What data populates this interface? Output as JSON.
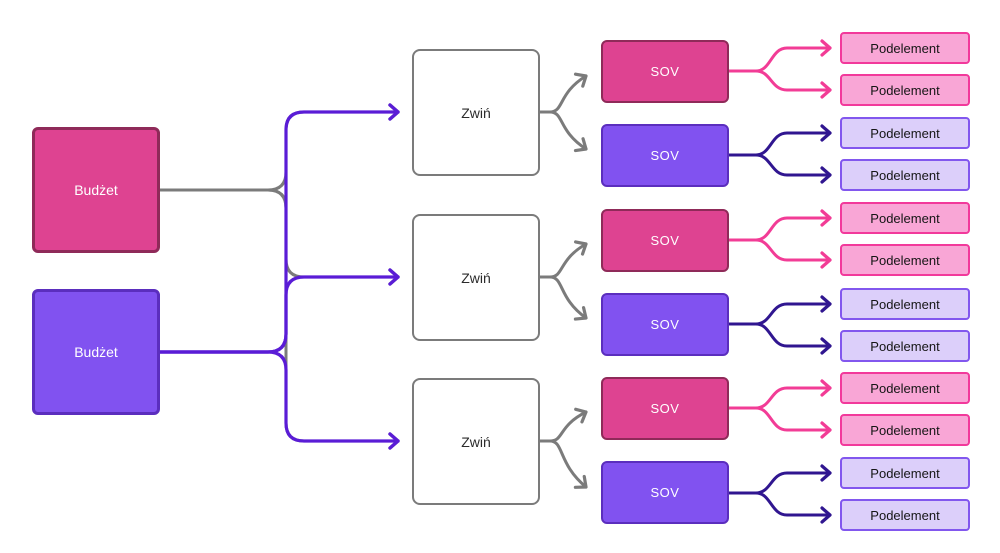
{
  "diagram": {
    "budget_nodes": [
      {
        "label": "Budżet",
        "variant": "pink"
      },
      {
        "label": "Budżet",
        "variant": "purple"
      }
    ],
    "collapse_nodes": [
      {
        "label": "Zwiń"
      },
      {
        "label": "Zwiń"
      },
      {
        "label": "Zwiń"
      }
    ],
    "sov_nodes": [
      {
        "label": "SOV",
        "variant": "pink"
      },
      {
        "label": "SOV",
        "variant": "purple"
      },
      {
        "label": "SOV",
        "variant": "pink"
      },
      {
        "label": "SOV",
        "variant": "purple"
      },
      {
        "label": "SOV",
        "variant": "pink"
      },
      {
        "label": "SOV",
        "variant": "purple"
      }
    ],
    "subelement_nodes": [
      {
        "label": "Podelement",
        "variant": "pink-light"
      },
      {
        "label": "Podelement",
        "variant": "pink-light"
      },
      {
        "label": "Podelement",
        "variant": "purple-light"
      },
      {
        "label": "Podelement",
        "variant": "purple-light"
      },
      {
        "label": "Podelement",
        "variant": "pink-light"
      },
      {
        "label": "Podelement",
        "variant": "pink-light"
      },
      {
        "label": "Podelement",
        "variant": "purple-light"
      },
      {
        "label": "Podelement",
        "variant": "purple-light"
      },
      {
        "label": "Podelement",
        "variant": "pink-light"
      },
      {
        "label": "Podelement",
        "variant": "pink-light"
      },
      {
        "label": "Podelement",
        "variant": "purple-light"
      },
      {
        "label": "Podelement",
        "variant": "purple-light"
      }
    ],
    "edges": [
      {
        "from": "budget-1",
        "to": [
          "collapse-1",
          "collapse-2",
          "collapse-3"
        ],
        "color": "gray"
      },
      {
        "from": "budget-2",
        "to": [
          "collapse-1",
          "collapse-2",
          "collapse-3"
        ],
        "color": "purple"
      },
      {
        "from": "collapse-1",
        "to": [
          "sov-1",
          "sov-2"
        ],
        "color": "gray"
      },
      {
        "from": "collapse-2",
        "to": [
          "sov-3",
          "sov-4"
        ],
        "color": "gray"
      },
      {
        "from": "collapse-3",
        "to": [
          "sov-5",
          "sov-6"
        ],
        "color": "gray"
      },
      {
        "from": "sov-1",
        "to": [
          "subelement-1",
          "subelement-2"
        ],
        "color": "pink"
      },
      {
        "from": "sov-2",
        "to": [
          "subelement-3",
          "subelement-4"
        ],
        "color": "navy"
      },
      {
        "from": "sov-3",
        "to": [
          "subelement-5",
          "subelement-6"
        ],
        "color": "pink"
      },
      {
        "from": "sov-4",
        "to": [
          "subelement-7",
          "subelement-8"
        ],
        "color": "navy"
      },
      {
        "from": "sov-5",
        "to": [
          "subelement-9",
          "subelement-10"
        ],
        "color": "pink"
      },
      {
        "from": "sov-6",
        "to": [
          "subelement-11",
          "subelement-12"
        ],
        "color": "navy"
      }
    ],
    "colors": {
      "pink_fill": "#de4391",
      "pink_border": "#8f2a59",
      "purple_fill": "#8152f0",
      "purple_border": "#5b2ebe",
      "pink_light_fill": "#f9a6d6",
      "pink_light_border": "#f2399b",
      "purple_light_fill": "#dccffa",
      "purple_light_border": "#8257ee",
      "outline_border": "#7b7b7b",
      "gray_line": "#7b7b7b",
      "purple_line": "#5a1cd6",
      "pink_line": "#f23c96",
      "navy_line": "#301690"
    }
  }
}
